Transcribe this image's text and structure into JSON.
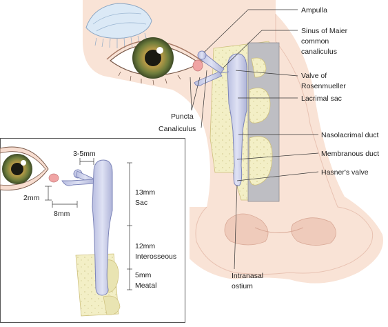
{
  "main_labels": {
    "ampulla": "Ampulla",
    "sinus_line1": "Sinus of Maier",
    "sinus_line2": "common",
    "sinus_line3": "canaliculus",
    "valve_line1": "Valve of",
    "valve_line2": "Rosenmueller",
    "lacrimal_sac": "Lacrimal sac",
    "puncta": "Puncta",
    "canaliculus": "Canaliculus",
    "nasolacrimal_duct": "Nasolacrimal duct",
    "membranous_duct": "Membranous duct",
    "hasners_valve": "Hasner's valve",
    "ostium_line1": "Intranasal",
    "ostium_line2": "ostium"
  },
  "inset_labels": {
    "width_3_5": "3-5mm",
    "height_2": "2mm",
    "length_8": "8mm",
    "sac_size": "13mm",
    "sac_name": "Sac",
    "interosseous_size": "12mm",
    "interosseous_name": "Interosseous",
    "meatal_size": "5mm",
    "meatal_name": "Meatal"
  },
  "colors": {
    "skin": "#f7ddd0",
    "skin_dark": "#e9bfb0",
    "duct_fill": "#c9cde8",
    "duct_stroke": "#7c84b8",
    "bone": "#f3efc6",
    "nasal_cavity": "#bdbdc2",
    "iris_outer": "#5a6a3a",
    "iris_inner": "#c9a24a",
    "brow_blue": "#cfe1f2"
  }
}
